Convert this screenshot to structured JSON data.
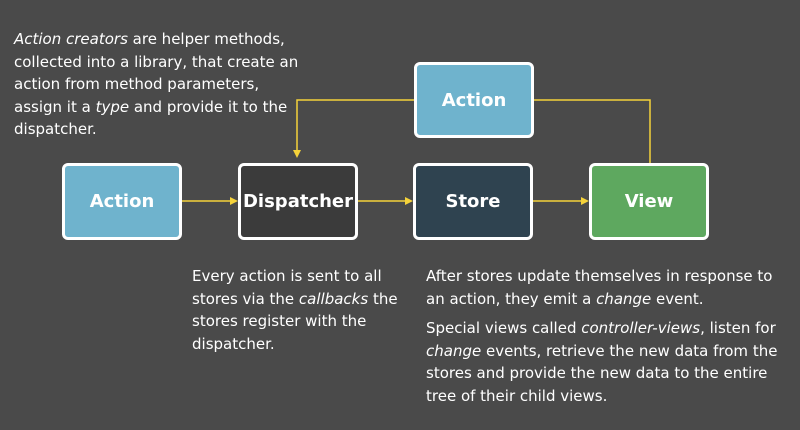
{
  "colors": {
    "background": "#4a4a4a",
    "action": "#6fb3cd",
    "dispatcher": "#3b3b3b",
    "store": "#2f4350",
    "view": "#5ea85f",
    "connector": "#f5d23a"
  },
  "nodes": {
    "action_left": "Action",
    "dispatcher": "Dispatcher",
    "store": "Store",
    "view": "View",
    "action_top": "Action"
  },
  "intro": {
    "em1": "Action creators",
    "text1": " are helper methods, collected into a library, that create an action from method parameters, assign it a ",
    "em2": "type",
    "text2": " and provide it to the dispatcher."
  },
  "dispatcher_note": {
    "text1": "Every action is sent to all stores via the ",
    "em1": "callbacks",
    "text2": " the stores register with the dispatcher."
  },
  "store_note": {
    "p1": {
      "text1": "After stores update themselves in response to an action, they emit a ",
      "em1": "change",
      "text2": " event."
    },
    "p2": {
      "text1": "Special views called ",
      "em1": "controller-views",
      "text2": ", listen for ",
      "em2": "change",
      "text3": " events, retrieve the new data from the stores and provide the new data to the entire tree of their child views."
    }
  }
}
